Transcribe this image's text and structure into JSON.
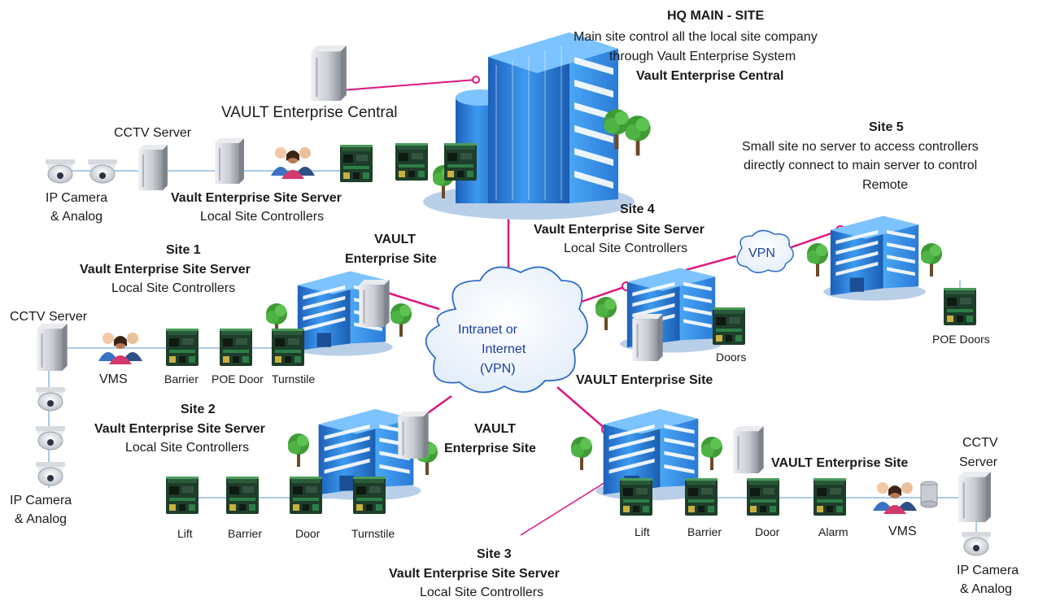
{
  "hq": {
    "title": "HQ MAIN - SITE",
    "line1": "Main site control all the local site company",
    "line2": "through Vault Enterprise System",
    "line3": "Vault Enterprise Central"
  },
  "central_server_label": "VAULT Enterprise Central",
  "hq_local": {
    "cctv_server": "CCTV Server",
    "camera_line1": "IP Camera",
    "camera_line2": "& Analog",
    "site_server": "Vault Enterprise Site Server",
    "local_controllers": "Local Site Controllers"
  },
  "site5": {
    "title": "Site 5",
    "line1": "Small site no server to access controllers",
    "line2": "directly connect to main server to control",
    "line3": "Remote",
    "vpn": "VPN",
    "doors": "POE Doors"
  },
  "site4": {
    "title": "Site 4",
    "site_server": "Vault Enterprise Site Server",
    "local_controllers": "Local Site Controllers",
    "doors": "Doors",
    "enterprise_site": "VAULT Enterprise Site"
  },
  "site1": {
    "title": "Site 1",
    "site_server": "Vault Enterprise Site Server",
    "local_controllers": "Local Site Controllers",
    "vault1": "VAULT",
    "vault2": "Enterprise Site",
    "cctv_server": "CCTV Server",
    "vms": "VMS",
    "barrier": "Barrier",
    "poe_door": "POE Door",
    "turnstile": "Turnstile"
  },
  "cloud": {
    "line1": "Intranet or",
    "line2": "Internet",
    "line3": "(VPN)"
  },
  "site2": {
    "title": "Site 2",
    "site_server": "Vault Enterprise Site Server",
    "local_controllers": "Local Site Controllers",
    "vault1": "VAULT",
    "vault2": "Enterprise Site",
    "camera_line1": "IP Camera",
    "camera_line2": "& Analog",
    "lift": "Lift",
    "barrier": "Barrier",
    "door": "Door",
    "turnstile": "Turnstile"
  },
  "site3": {
    "title": "Site 3",
    "site_server": "Vault Enterprise Site Server",
    "local_controllers": "Local Site Controllers",
    "enterprise_site": "VAULT Enterprise Site",
    "cctv1": "CCTV",
    "cctv2": "Server",
    "camera_line1": "IP Camera",
    "camera_line2": "& Analog",
    "lift": "Lift",
    "barrier": "Barrier",
    "door": "Door",
    "alarm": "Alarm",
    "vms": "VMS"
  },
  "colors": {
    "link": "#e0157f",
    "lan": "#8fb8e0",
    "building": "#2f86e0",
    "building_dark": "#1557a8",
    "tree": "#3f9b35",
    "server": "#c9ccd2",
    "board": "#1e3d2a",
    "cloud_text": "#1b3fa0"
  }
}
